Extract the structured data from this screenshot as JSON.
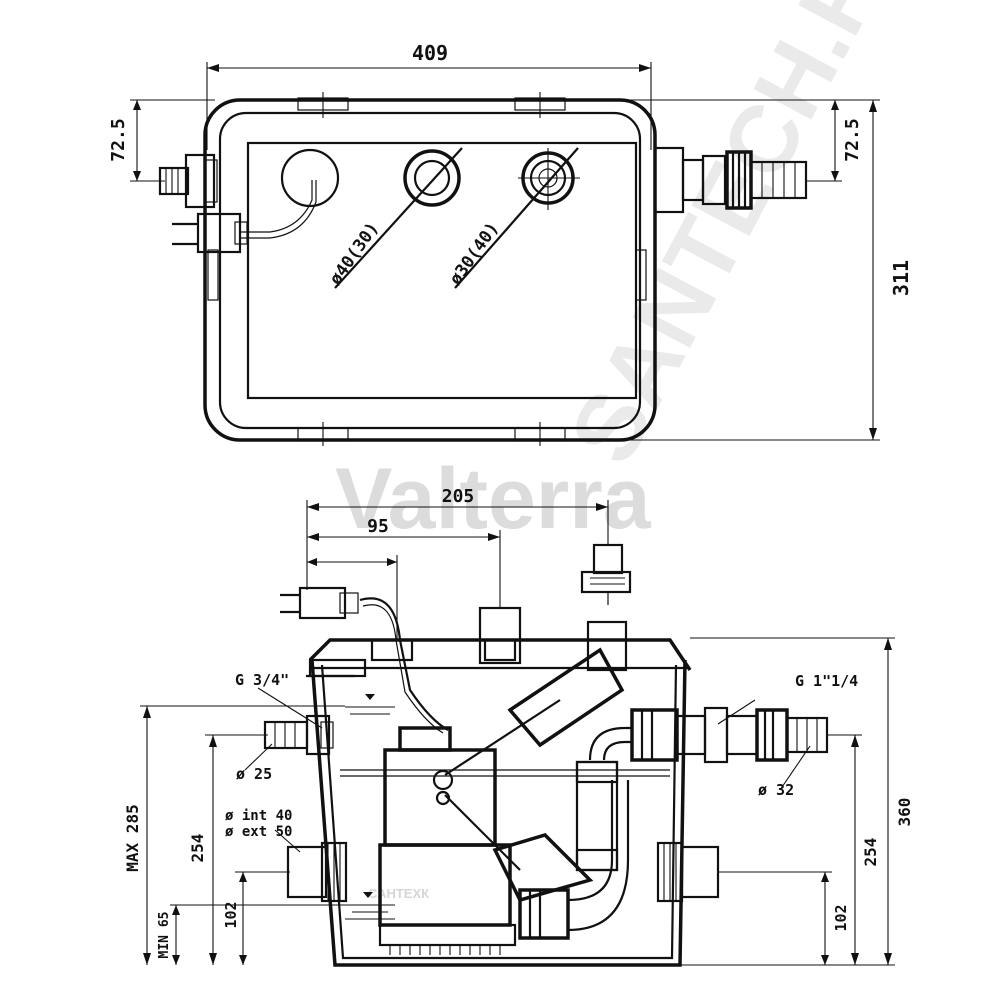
{
  "top_view": {
    "width_label": "409",
    "height_label": "311",
    "offset_left_label": "72.5",
    "offset_right_label": "72.5",
    "hole_large_label": "ø40(30)",
    "hole_small_label": "ø30(40)"
  },
  "side_view": {
    "dim_205": "205",
    "dim_95": "95",
    "inlet_thread": "G 3/4\"",
    "outlet_thread": "G 1\"1/4",
    "inlet_diameter": "ø 25",
    "outlet_diameter": "ø 32",
    "port_int": "ø int 40",
    "port_ext": "ø ext 50",
    "max_level": "MAX 285",
    "min_level": "MIN 65",
    "left_254": "254",
    "left_102": "102",
    "right_254": "254",
    "right_102": "102",
    "total_height": "360"
  },
  "watermarks": {
    "brand": "Valterra",
    "site_diagonal": "SANTECH.RU",
    "site_small": "САНТЕХК"
  }
}
